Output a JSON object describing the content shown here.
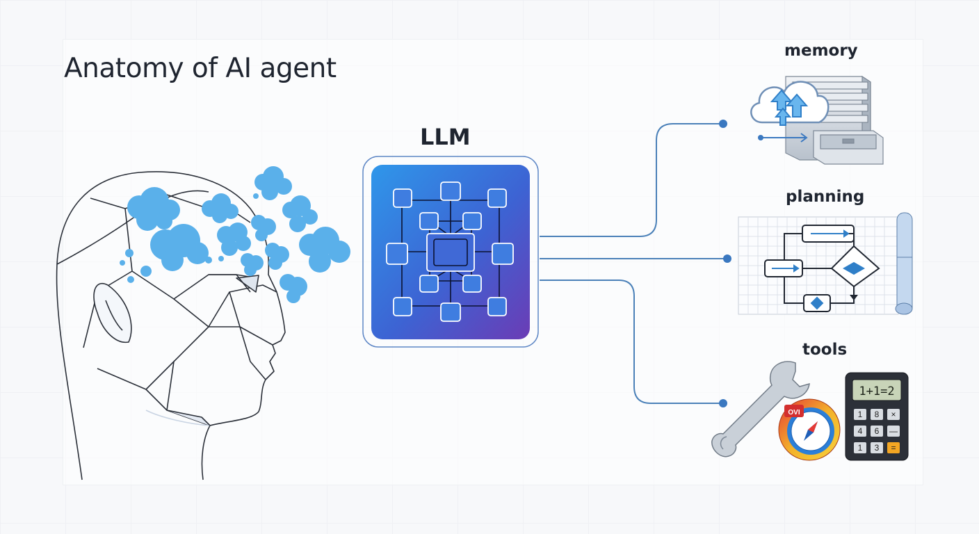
{
  "title": "Anatomy of AI agent",
  "llm": {
    "label": "LLM"
  },
  "components": [
    {
      "label": "memory",
      "icon": "memory-cloud-cabinet-icon"
    },
    {
      "label": "planning",
      "icon": "planning-flowchart-icon"
    },
    {
      "label": "tools",
      "icon": "tools-icon"
    }
  ],
  "tools": {
    "icons": [
      "wrench-icon",
      "browser-compass-icon",
      "calculator-icon"
    ],
    "browser_badge": "OVI",
    "calculator_display": "1+1=2",
    "calculator_keys": [
      "1",
      "8",
      "×",
      "4",
      "6",
      "—",
      "1",
      "3",
      "="
    ]
  },
  "colors": {
    "connector": "#4a80b8",
    "cloud": "#5ab0ea",
    "llm_gradient_start": "#2d8fe6",
    "llm_gradient_end": "#6a3fb8"
  }
}
